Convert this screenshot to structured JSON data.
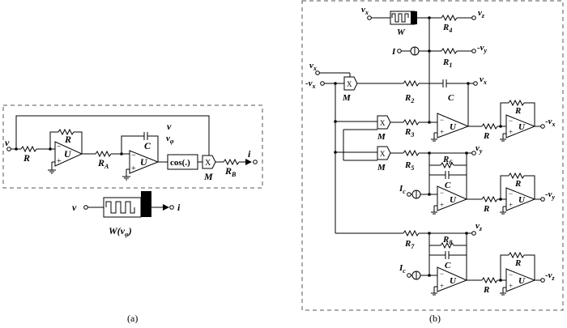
{
  "panel_a": {
    "caption": "(a)",
    "labels": {
      "v_in": "v",
      "R1": "R",
      "R2": "R",
      "U1": "U",
      "RA": "R",
      "RA_sub": "A",
      "C": "C",
      "v_top": "v",
      "v_phi": "v",
      "v_phi_sub": "φ",
      "U2": "U",
      "cos": "cos(.)",
      "M": "M",
      "X": "X",
      "RB": "R",
      "RB_sub": "B",
      "i_out": "i"
    },
    "symbol": {
      "v": "v",
      "i": "i",
      "W": "W(v",
      "W_sub": "φ",
      "W_close": ")"
    }
  },
  "panel_b": {
    "caption": "(b)",
    "labels": {
      "vx_top": "v",
      "vx_top_sub": "x",
      "W": "W",
      "R4": "R",
      "R4_sub": "4",
      "vz_top": "v",
      "vz_top_sub": "z",
      "I": "I",
      "R1": "R",
      "R1_sub": "1",
      "neg_vy": "-v",
      "neg_vy_sub": "y",
      "vx_in": "v",
      "vx_in_sub": "x",
      "neg_vx_in": "-v",
      "neg_vx_in_sub": "x",
      "M1": "M",
      "R2": "R",
      "R2_sub": "2",
      "C1": "C",
      "vx_node": "v",
      "vx_node_sub": "x",
      "R_inv1": "R",
      "neg_vx_out": "-v",
      "neg_vx_out_sub": "x",
      "M2": "M",
      "R3": "R",
      "R3_sub": "3",
      "U": "U",
      "R": "R",
      "M3": "M",
      "vy_node": "v",
      "vy_node_sub": "y",
      "R5": "R",
      "R5_sub": "5",
      "R6": "R",
      "R6_sub": "6",
      "C2": "C",
      "Ic": "I",
      "Ic_sub": "c",
      "R_inv2": "R",
      "neg_vy_out": "-v",
      "neg_vy_out_sub": "y",
      "vz_node": "v",
      "vz_node_sub": "z",
      "R7": "R",
      "R7_sub": "7",
      "R8": "R",
      "R8_sub": "8",
      "C3": "C",
      "Ic3": "I",
      "Ic3_sub": "c",
      "R_inv3": "R",
      "neg_vz_out": "-v",
      "neg_vz_out_sub": "z",
      "X": "X",
      "minus": "−",
      "plus": "+"
    }
  }
}
